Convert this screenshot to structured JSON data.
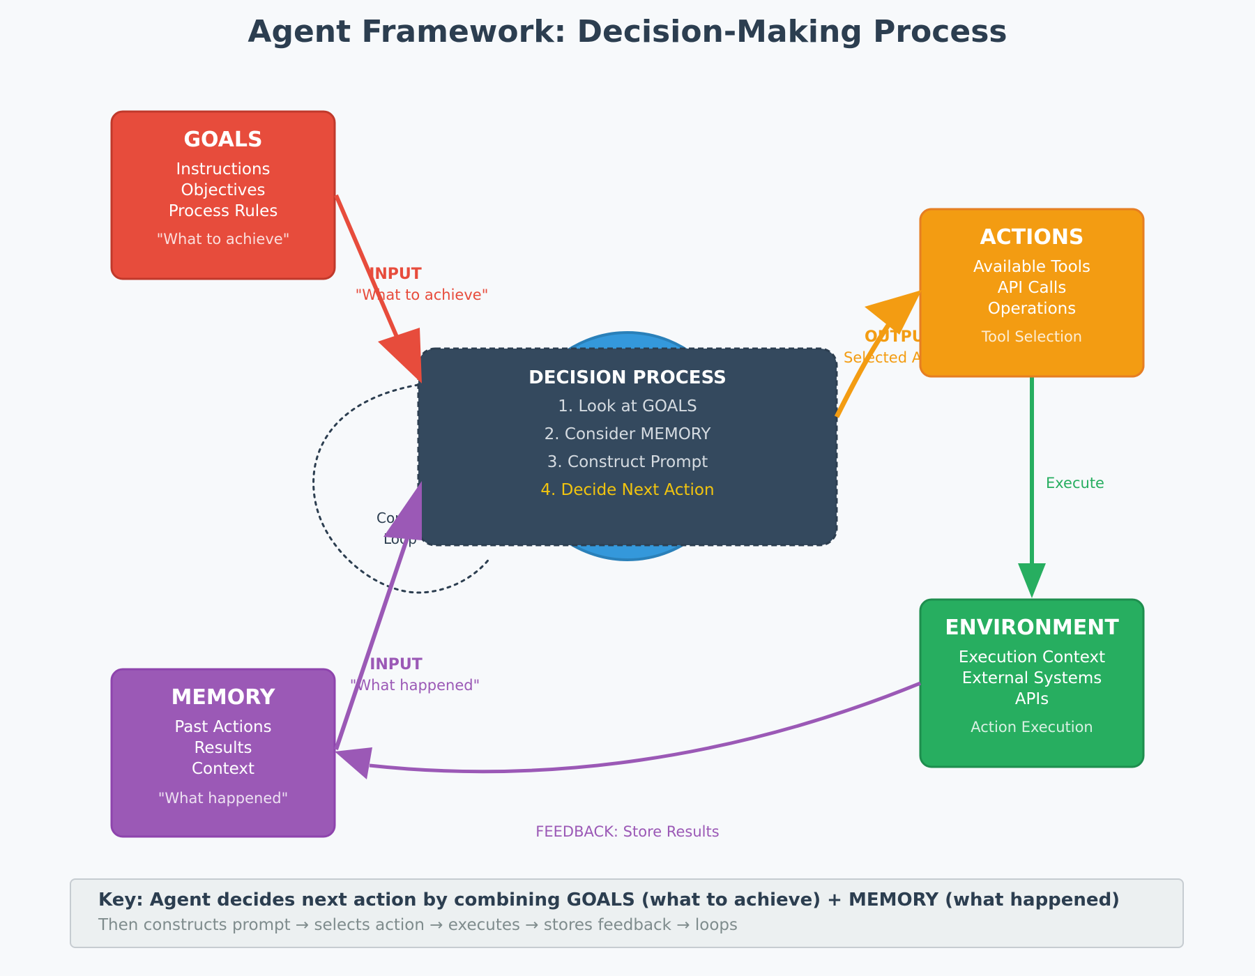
{
  "title": "Agent Framework: Decision-Making Process",
  "nodes": {
    "goals": {
      "title": "GOALS",
      "lines": [
        "Instructions",
        "Objectives",
        "Process Rules"
      ],
      "note": "\"What to achieve\"",
      "color": "#e74c3c",
      "border": "#c0392b"
    },
    "actions": {
      "title": "ACTIONS",
      "lines": [
        "Available Tools",
        "API Calls",
        "Operations"
      ],
      "note": "Tool Selection",
      "color": "#f39c12",
      "border": "#e67e22"
    },
    "memory": {
      "title": "MEMORY",
      "lines": [
        "Past Actions",
        "Results",
        "Context"
      ],
      "note": "\"What happened\"",
      "color": "#9b59b6",
      "border": "#8e44ad"
    },
    "environment": {
      "title": "ENVIRONMENT",
      "lines": [
        "Execution Context",
        "External Systems",
        "APIs"
      ],
      "note": "Action Execution",
      "color": "#27ae60",
      "border": "#1e8e4e"
    }
  },
  "decision": {
    "title": "DECISION PROCESS",
    "steps": [
      "1. Look at GOALS",
      "2. Consider MEMORY",
      "3. Construct Prompt",
      "4. Decide Next Action"
    ],
    "color": "#34495e",
    "highlight": "#f1c40f",
    "core_color": "#3498db"
  },
  "edges": {
    "goals_input": {
      "label": "INPUT",
      "sublabel": "\"What to achieve\""
    },
    "memory_input": {
      "label": "INPUT",
      "sublabel": "\"What happened\""
    },
    "output": {
      "label": "OUTPUT",
      "sublabel": "Selected Action"
    },
    "execute": {
      "label": "Execute"
    },
    "feedback": {
      "label": "FEEDBACK: Store Results"
    },
    "loop": {
      "label_line1": "Continue",
      "label_line2": "Loop"
    }
  },
  "key": {
    "line1": "Key: Agent decides next action by combining GOALS (what to achieve) + MEMORY (what happened)",
    "line2": "Then constructs prompt → selects action → executes → stores feedback → loops"
  }
}
